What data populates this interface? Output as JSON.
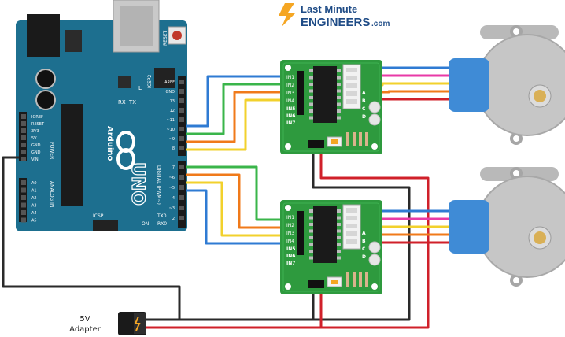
{
  "brand": {
    "line1": "Last Minute",
    "line2": "ENGINEERS",
    "suffix": ".com",
    "accent_color": "#f5a623",
    "text_color": "#1e4b86"
  },
  "arduino": {
    "board_name": "UNO",
    "logo_text": "Arduino",
    "reset_label": "RESET",
    "icsp2_label": "ICSP2",
    "icsp_label": "ICSP",
    "power_label": "POWER",
    "analog_label": "ANALOG IN",
    "digital_label": "DIGITAL (PWM~)",
    "on_label": "ON",
    "led_labels": [
      "L",
      "TX",
      "RX"
    ],
    "tx_label": "TX0",
    "rx_label": "RX0",
    "power_pins": [
      "IOREF",
      "RESET",
      "3V3",
      "5V",
      "GND",
      "GND",
      "VIN"
    ],
    "analog_pins": [
      "A0",
      "A1",
      "A2",
      "A3",
      "A4",
      "A5"
    ],
    "digital_top_pins": [
      "AREF",
      "GND",
      "13",
      "12",
      "~11",
      "~10",
      "~9",
      "8"
    ],
    "digital_bottom_pins": [
      "7",
      "~6",
      "~5",
      "4",
      "~3",
      "2"
    ],
    "board_color": "#1d6f8f"
  },
  "drivers": [
    {
      "inputs": [
        "IN1",
        "IN2",
        "IN3",
        "IN4"
      ],
      "aux_inputs": [
        "IN5",
        "IN6",
        "IN7"
      ],
      "leds": [
        "A",
        "B",
        "C",
        "D"
      ]
    },
    {
      "inputs": [
        "IN1",
        "IN2",
        "IN3",
        "IN4"
      ],
      "aux_inputs": [
        "IN5",
        "IN6",
        "IN7"
      ],
      "leds": [
        "A",
        "B",
        "C",
        "D"
      ]
    }
  ],
  "adapter": {
    "label_line1": "5V",
    "label_line2": "Adapter"
  },
  "watermark": "LastMinuteEngineers.com",
  "wire_colors": {
    "blue": "#2f7bd3",
    "yellow": "#f2d12c",
    "orange": "#f07a1a",
    "green": "#3ab54a",
    "pink": "#e83aa7",
    "red": "#d0202a",
    "black": "#2a2a2a"
  }
}
